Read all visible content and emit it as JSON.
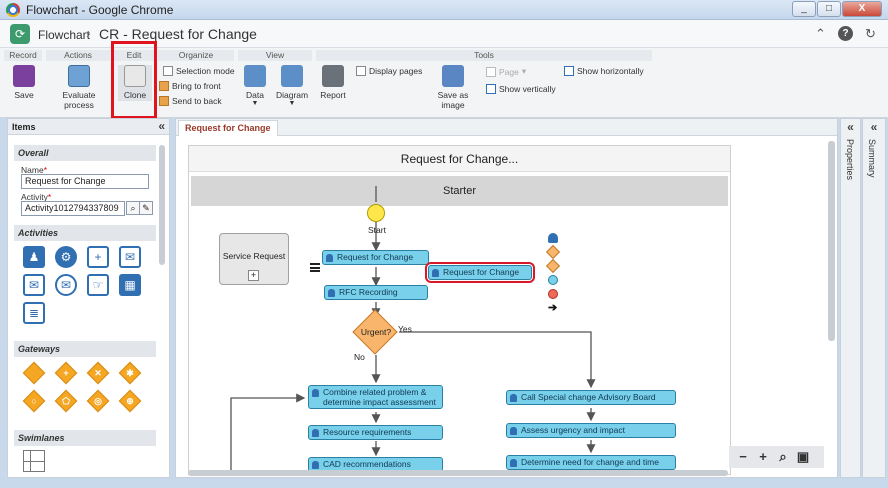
{
  "window": {
    "title": "Flowchart - Google Chrome",
    "buttons": [
      "_",
      "□",
      "X"
    ]
  },
  "header": {
    "breadcrumb_root": "Flowchart",
    "separator": "›",
    "title": "CR - Request for Change",
    "icons": [
      "collapse-up-icon",
      "help-icon",
      "refresh-icon"
    ]
  },
  "ribbon": {
    "groups": {
      "record": "Record",
      "actions": "Actions",
      "edit": "Edit",
      "organize": "Organize",
      "view": "View",
      "tools": "Tools"
    },
    "buttons": {
      "save": "Save",
      "evaluate": "Evaluate process",
      "clone": "Clone",
      "selection_mode": "Selection mode",
      "bring_front": "Bring to front",
      "send_back": "Send to back",
      "data": "Data",
      "diagram": "Diagram",
      "report": "Report",
      "display_pages": "Display pages",
      "save_image": "Save as image",
      "page": "Page",
      "show_horizontally": "Show horizontally",
      "show_vertically": "Show vertically"
    }
  },
  "left_panel": {
    "title": "Items",
    "sections": {
      "overall": "Overall",
      "activities": "Activities",
      "gateways": "Gateways",
      "swimlanes": "Swimlanes"
    },
    "name_label": "Name",
    "name_value": "Request for Change",
    "activity_label": "Activity",
    "activity_value": "Activity1012794337809"
  },
  "main": {
    "tab": "Request for Change",
    "pool_title": "Request for Change...",
    "lane_title": "Starter",
    "start_label": "Start",
    "subprocess": "Service Request",
    "gateway": "Urgent?",
    "yes": "Yes",
    "no": "No",
    "tasks": {
      "t1": "Request for Change",
      "t2": "Request for Change",
      "t3": "RFC Recording",
      "t4": "Combine related problem & determine impact assessment",
      "t5": "Resource requirements",
      "t6": "CAD recommendations",
      "t7": "Call Special change Advisory Board",
      "t8": "Assess urgency and impact",
      "t9": "Determine need for change and time"
    }
  },
  "side_panels": {
    "properties": "Properties",
    "summary": "Summary"
  },
  "colors": {
    "task_fill": "#79d0ea",
    "gateway_fill": "#f8b56b",
    "start_fill": "#ffe74a",
    "highlight": "#e0141e"
  }
}
